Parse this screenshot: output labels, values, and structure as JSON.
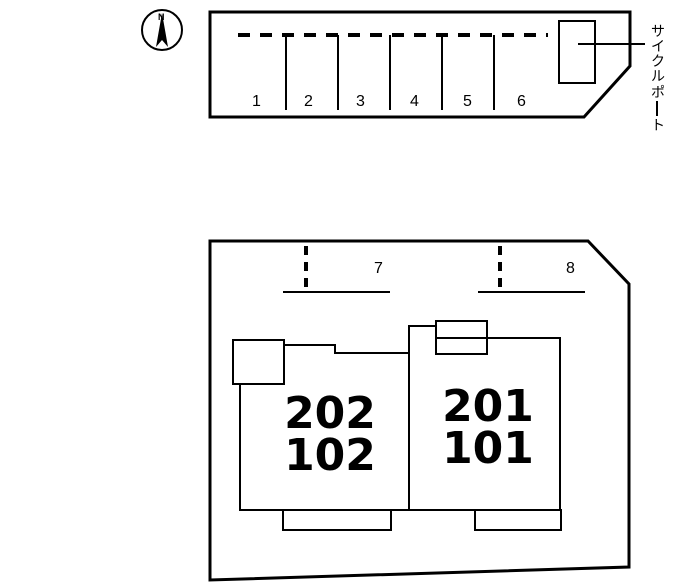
{
  "compass": {
    "north": "N"
  },
  "parking_top": {
    "slots": [
      "1",
      "2",
      "3",
      "4",
      "5",
      "6"
    ],
    "cycle_port_label": [
      "サ",
      "イ",
      "ク",
      "ル",
      "ポ",
      "ー",
      "ト"
    ]
  },
  "parking_lower": {
    "slots": [
      "7",
      "8"
    ]
  },
  "building": {
    "left_unit": {
      "upper": "202",
      "lower": "102"
    },
    "right_unit": {
      "upper": "201",
      "lower": "101"
    }
  }
}
